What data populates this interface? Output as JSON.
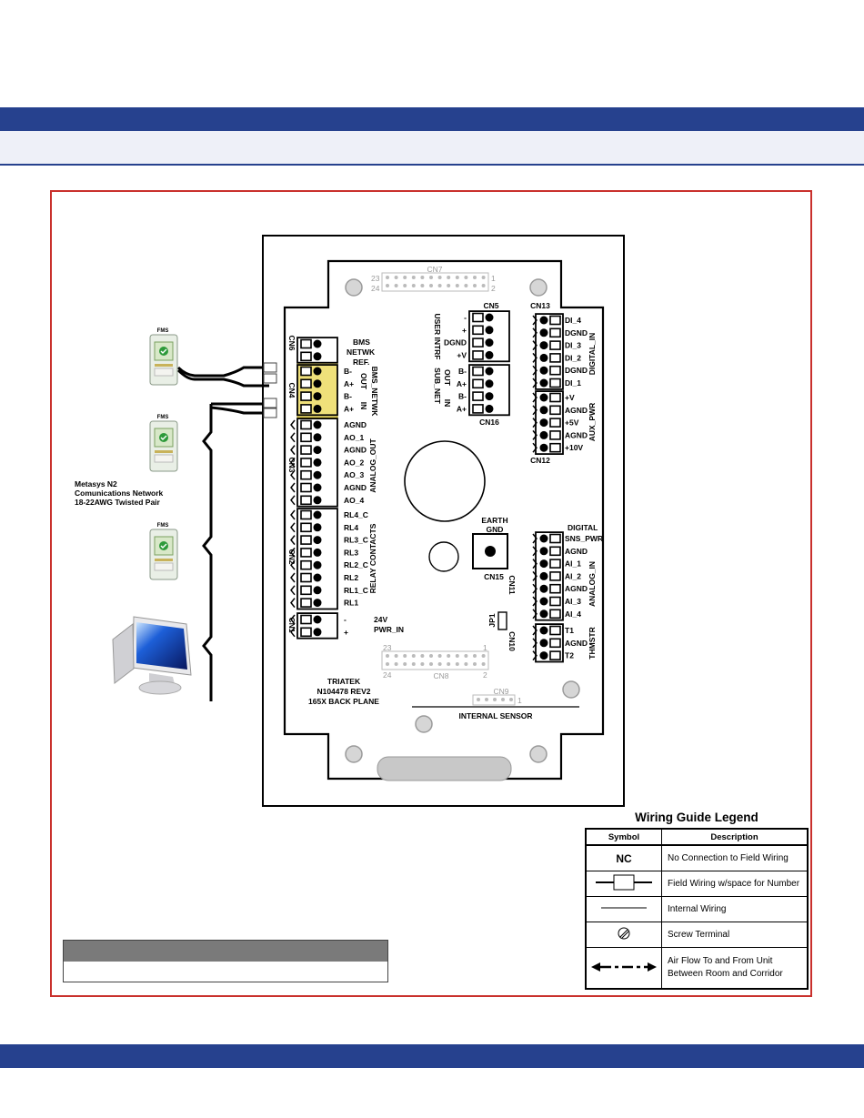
{
  "board": {
    "connectors": {
      "cn7": "CN7",
      "cn5": "CN5",
      "cn13": "CN13",
      "cn6": "CN6",
      "cn4": "CN4",
      "cn3": "CN3",
      "cn2": "CN2",
      "cn1": "CN1",
      "cn16": "CN16",
      "cn12": "CN12",
      "cn15": "CN15",
      "cn11": "CN11",
      "cn10": "CN10",
      "jp1": "JP1",
      "cn8": "CN8",
      "cn9": "CN9"
    },
    "cn7_pins": {
      "p23": "23",
      "p24": "24",
      "p1": "1",
      "p2": "2"
    },
    "cn8_pins": {
      "p23": "23",
      "p24": "24",
      "p1": "1",
      "p2": "2"
    },
    "cn9_pins": {
      "p1": "1"
    },
    "bms": {
      "l1": "BMS",
      "l2": "NETWK",
      "l3": "REF.",
      "pins": [
        "B-",
        "A+",
        "B-",
        "A+"
      ],
      "out": "OUT",
      "in": "IN",
      "group": "BMS_NETWK"
    },
    "analog_out": {
      "pins": [
        "AGND",
        "AO_1",
        "AGND",
        "AO_2",
        "AO_3",
        "AGND",
        "AO_4"
      ],
      "group": "ANALOG_OUT"
    },
    "relay": {
      "pins": [
        "RL4_C",
        "RL4",
        "RL3_C",
        "RL3",
        "RL2_C",
        "RL2",
        "RL1_C",
        "RL1"
      ],
      "group": "RELAY CONTACTS"
    },
    "pwr": {
      "pins": [
        "-",
        "+"
      ],
      "l1": "24V",
      "l2": "PWR_IN"
    },
    "user_intrf": {
      "pins": [
        "-",
        "+",
        "DGND",
        "+V"
      ],
      "group": "USER INTRF"
    },
    "sub_net": {
      "pins": [
        "B-",
        "A+",
        "B-",
        "A+"
      ],
      "out": "OUT",
      "in": "IN",
      "group": "SUB_NET"
    },
    "digital_in": {
      "pins": [
        "DI_4",
        "DGND",
        "DI_3",
        "DI_2",
        "DGND",
        "DI_1"
      ],
      "group": "DIGITAL_IN"
    },
    "aux_pwr": {
      "pins": [
        "+V",
        "AGND",
        "+5V",
        "AGND",
        "+10V"
      ],
      "group": "AUX_PWR"
    },
    "earth": {
      "l1": "EARTH",
      "l2": "GND"
    },
    "analog_in": {
      "top1": "DIGITAL",
      "pins": [
        "SNS_PWR",
        "AGND",
        "AI_1",
        "AI_2",
        "AGND",
        "AI_3",
        "AI_4"
      ],
      "group": "ANALOG_IN"
    },
    "thmstr": {
      "pins": [
        "T1",
        "AGND",
        "T2"
      ],
      "group": "THMSTR"
    },
    "id": {
      "l1": "TRIATEK",
      "l2": "N104478 REV2",
      "l3": "165X BACK PLANE"
    },
    "internal_sensor": "INTERNAL SENSOR"
  },
  "network": {
    "fms": "FMS",
    "l1": "Metasys N2",
    "l2": "Comunications Network",
    "l3": "18-22AWG Twisted Pair"
  },
  "legend": {
    "title": "Wiring Guide Legend",
    "col_symbol": "Symbol",
    "col_description": "Description",
    "nc": "NC",
    "rows": [
      "No Connection to Field Wiring",
      "Field Wiring w/space for Number",
      "Internal Wiring",
      "Screw Terminal",
      "Air Flow To and From Unit",
      "Between Room and Corridor"
    ]
  }
}
